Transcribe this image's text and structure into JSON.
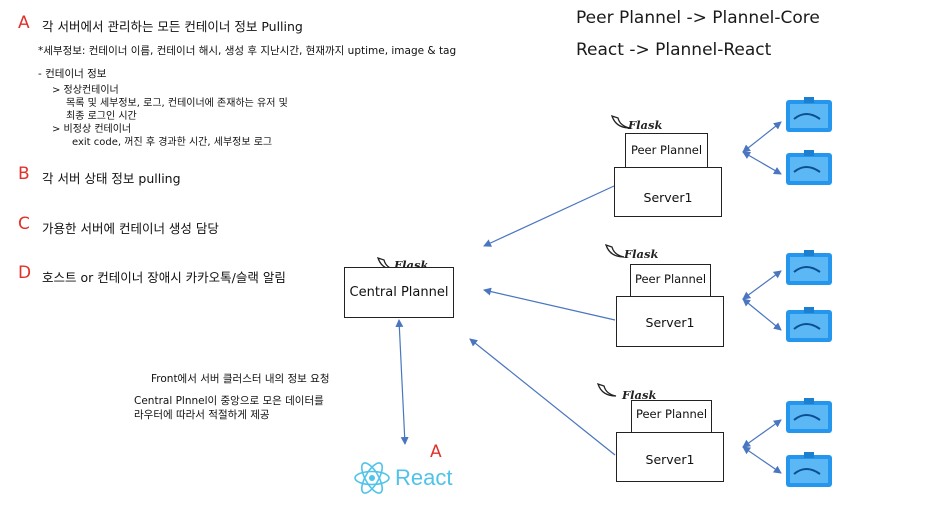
{
  "header": {
    "line1": "Peer Plannel -> Plannel-Core",
    "line2": "React -> Plannel-React"
  },
  "notes": {
    "a_letter": "A",
    "a_text": "각 서버에서 관리하는 모든 컨테이너 정보 Pulling",
    "a_detail": "*세부정보: 컨테이너 이름, 컨테이너 해시, 생성 후 지난시간, 현재까지 uptime, image & tag",
    "container_info": "-  컨테이너 정보",
    "normal": "> 정상컨테이너",
    "normal_detail1": "목록 및 세부정보, 로그, 컨테이너에 존재하는 유저 및",
    "normal_detail2": "최종 로그인 시간",
    "abnormal": "> 비정상 컨테이너",
    "abnormal_detail": "exit code, 꺼진 후 경과한 시간, 세부정보 로그",
    "b_letter": "B",
    "b_text": "각 서버 상태 정보 pulling",
    "c_letter": "C",
    "c_text": "가용한 서버에 컨테이너 생성 담당",
    "d_letter": "D",
    "d_text": "호스트 or 컨테이너 장애시 카카오톡/슬랙 알림"
  },
  "central": {
    "flask": "Flask",
    "label": "Central Plannel"
  },
  "front": {
    "line1": "Front에서 서버 클러스터 내의 정보 요청",
    "line2": "Central Plnnel이 중앙으로 모은 데이터를",
    "line3": "라우터에 따라서 적절하게 제공",
    "a_letter": "A",
    "react": "React"
  },
  "servers": [
    {
      "flask": "Flask",
      "peer": "Peer Plannel",
      "name": "Server1"
    },
    {
      "flask": "Flask",
      "peer": "Peer Plannel",
      "name": "Server1"
    },
    {
      "flask": "Flask",
      "peer": "Peer Plannel",
      "name": "Server1"
    }
  ],
  "colors": {
    "accent": "#e0322b",
    "arrow": "#4a76c0",
    "docker_blue": "#2496ed",
    "react_blue": "#4fc3e8"
  }
}
